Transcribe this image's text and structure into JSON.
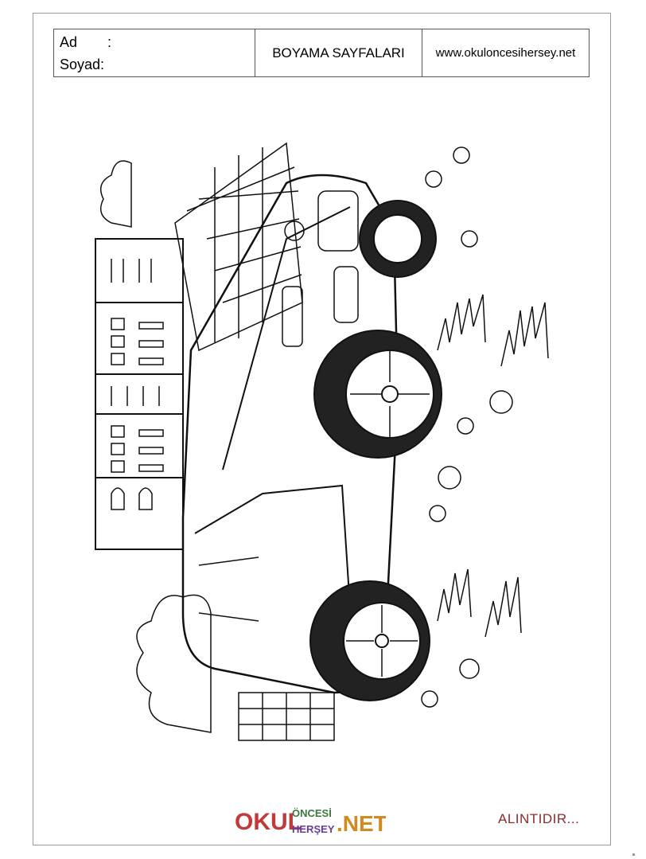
{
  "header": {
    "name_label": "Ad",
    "name_colon": ":",
    "surname_label": "Soyad:",
    "title": "BOYAMA SAYFALARI",
    "website": "www.okuloncesihersey.net"
  },
  "illustration": {
    "subject": "car-coloring-outline",
    "icons": [
      "car-icon",
      "cloud-icon",
      "flower-icon",
      "grass-icon",
      "building-icon"
    ]
  },
  "footer": {
    "logo_word_1": "OKUL",
    "logo_word_2": "ÖNCESİ",
    "logo_word_3": "HERŞEY",
    "logo_word_4": ".NET",
    "credit": "ALINTIDIR..."
  },
  "colors": {
    "logo_1": "#c03a3a",
    "logo_2": "#3a7a3a",
    "logo_3": "#6a3aa0",
    "logo_4": "#d08a20",
    "credit": "#8b2a2a"
  }
}
